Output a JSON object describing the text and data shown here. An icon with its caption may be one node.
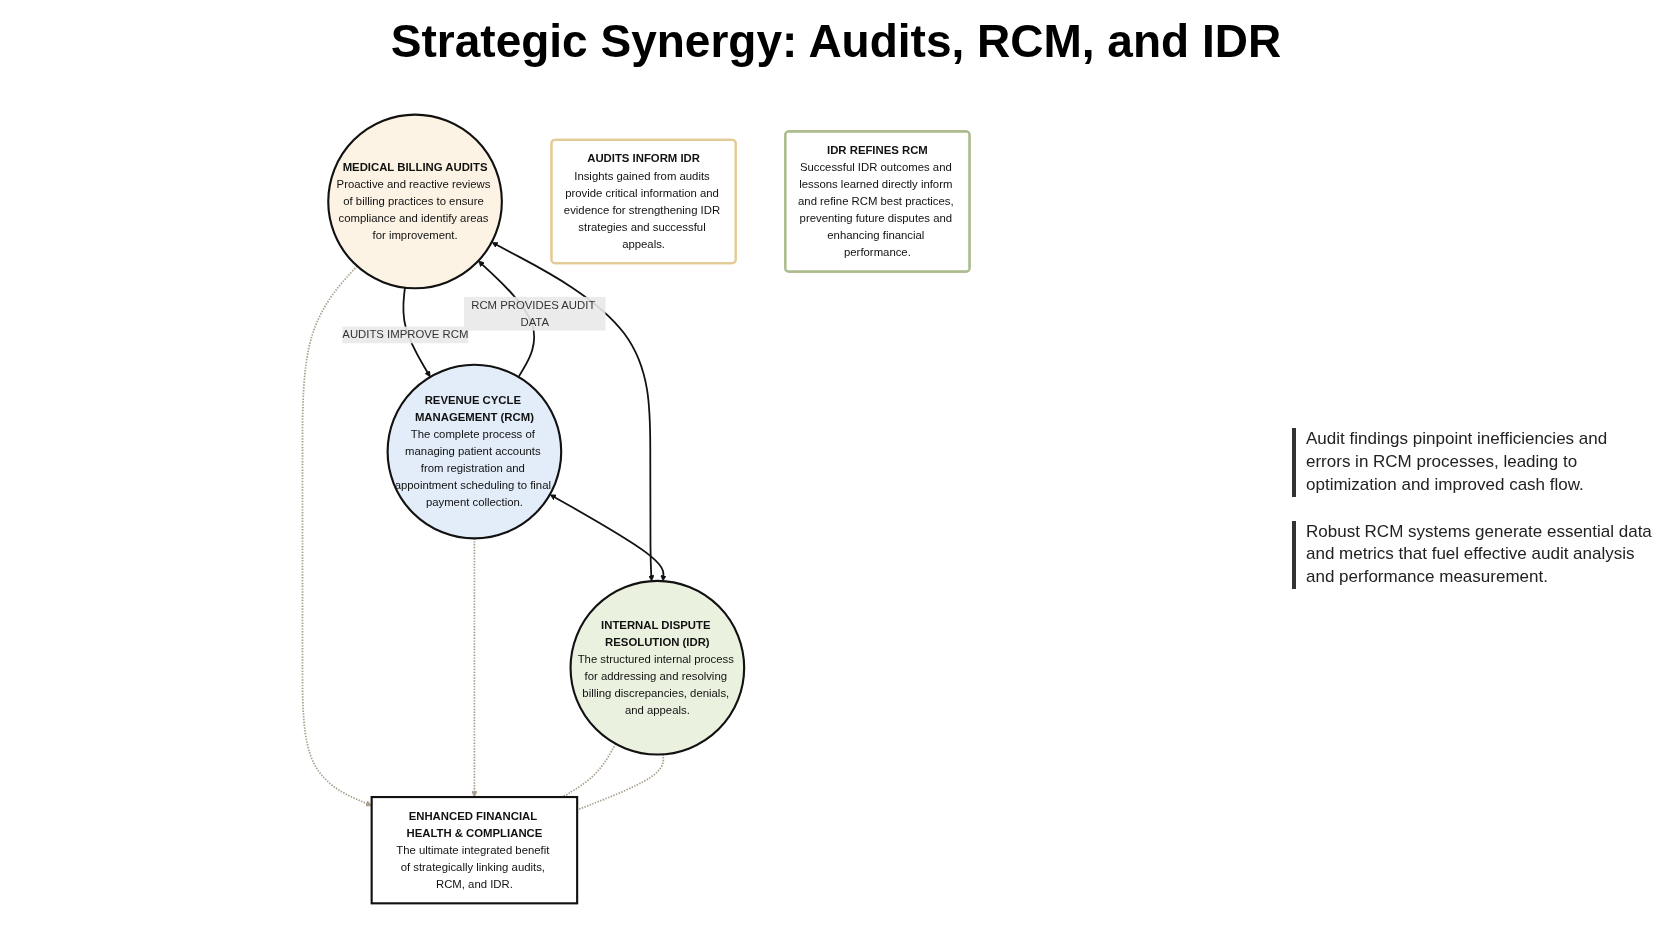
{
  "diagram": {
    "title": "Strategic Synergy: Audits, RCM, and IDR",
    "nodes": [
      {
        "text": [
          "MEDICAL BILLING AUDITS",
          "Proactive and reactive reviews of billing practices to ensure compliance and identify areas for improvement."
        ]
      },
      {
        "text": [
          "REVENUE CYCLE MANAGEMENT (RCM)",
          "The complete process of managing patient accounts from registration and appointment scheduling to final payment collection."
        ]
      },
      {
        "text": [
          "ENHANCED FINANCIAL HEALTH & COMPLIANCE",
          "The ultimate integrated benefit of strategically linking audits, RCM, and IDR."
        ]
      },
      {
        "text": [
          "AUDITS INFORM IDR",
          "Insights gained from audits provide critical information and evidence for strengthening IDR strategies and successful appeals."
        ]
      },
      {
        "text": [
          "INTERNAL DISPUTE RESOLUTION (IDR)",
          "The structured internal process for addressing and resolving billing discrepancies, denials, and appeals."
        ]
      },
      {
        "text": [
          "IDR REFINES RCM",
          "Successful IDR outcomes and lessons learned directly inform and refine RCM best practices, preventing future disputes and enhancing financial performance."
        ]
      }
    ],
    "edges": [
      {
        "from": 0,
        "to": 1,
        "arrow": "to",
        "label": "AUDITS IMPROVE RCM"
      },
      {
        "from": 1,
        "to": 0,
        "arrow": "to",
        "label": "RCM PROVIDES AUDIT DATA"
      },
      {
        "from": 0,
        "to": 2,
        "arrow": "to",
        "style": "dashed",
        "color": "#a89f8c"
      },
      {
        "from": 1,
        "to": 2,
        "arrow": "to",
        "style": "dashed",
        "color": "#a89f8c"
      },
      {
        "from": 0,
        "to": 4,
        "arrow": "both"
      },
      {
        "from": 1,
        "to": 4,
        "arrow": "both"
      },
      {
        "from": 4,
        "to": 2,
        "arrow": "none",
        "style": "dashed",
        "color": "#a89f8c"
      },
      {
        "from": 4,
        "to": 2,
        "arrow": "none",
        "style": "dashed",
        "color": "#a89f8c"
      }
    ],
    "labels": [
      "Audit findings pinpoint inefficiencies and errors in RCM processes, leading to optimization and improved cash flow.",
      "Robust RCM systems generate essential data and metrics that fuel effective audit analysis and performance measurement."
    ]
  }
}
